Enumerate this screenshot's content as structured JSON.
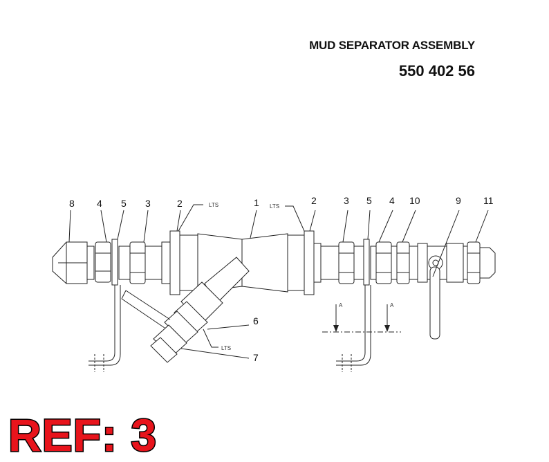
{
  "title": "MUD SEPARATOR ASSEMBLY",
  "part_number": "550 402 56",
  "ref_label": "REF: 3",
  "callouts": {
    "c8": "8",
    "c4a": "4",
    "c5a": "5",
    "c3a": "3",
    "c2a": "2",
    "c1": "1",
    "c2b": "2",
    "c3b": "3",
    "c5b": "5",
    "c4b": "4",
    "c10": "10",
    "c9": "9",
    "c11": "11",
    "c6": "6",
    "c7": "7"
  },
  "notes": {
    "lts1": "LTS",
    "lts2": "LTS",
    "lts3": "LTS",
    "sectionA1": "A",
    "sectionA2": "A"
  },
  "colors": {
    "ref_fill": "#e8141c",
    "ref_stroke": "#000000",
    "line": "#222222"
  }
}
